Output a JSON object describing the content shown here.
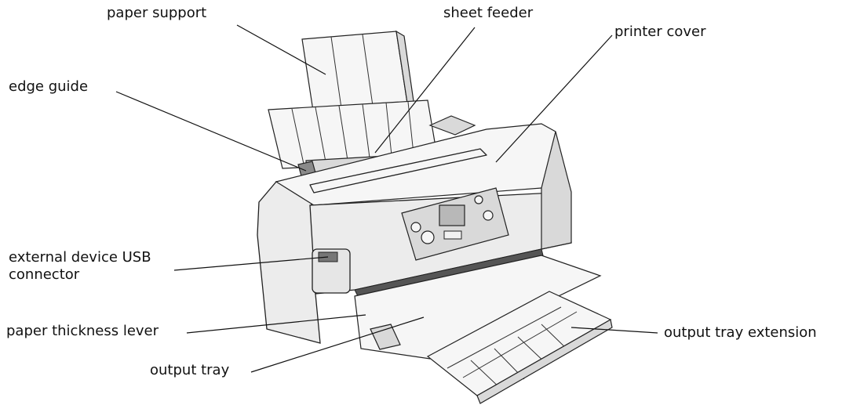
{
  "labels": {
    "paper_support": "paper support",
    "sheet_feeder": "sheet feeder",
    "printer_cover": "printer cover",
    "edge_guide": "edge guide",
    "usb_connector": "external device USB\nconnector",
    "thickness_lever": "paper thickness lever",
    "output_tray": "output tray",
    "tray_extension": "output tray extension"
  }
}
